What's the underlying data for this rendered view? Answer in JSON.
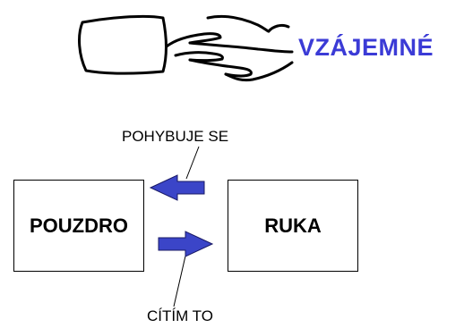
{
  "title": "VZÁJEMNÉ",
  "boxes": {
    "left": "POUZDRO",
    "right": "RUKA"
  },
  "captions": {
    "top": "POHYBUJE SE",
    "bottom": "CÍTÍM TO"
  },
  "colors": {
    "title": "#3b3bd6",
    "arrow_fill": "#3b45c8",
    "stroke": "#000000"
  },
  "icons": {
    "sketch": "hand-touching-phone-sketch-icon"
  }
}
